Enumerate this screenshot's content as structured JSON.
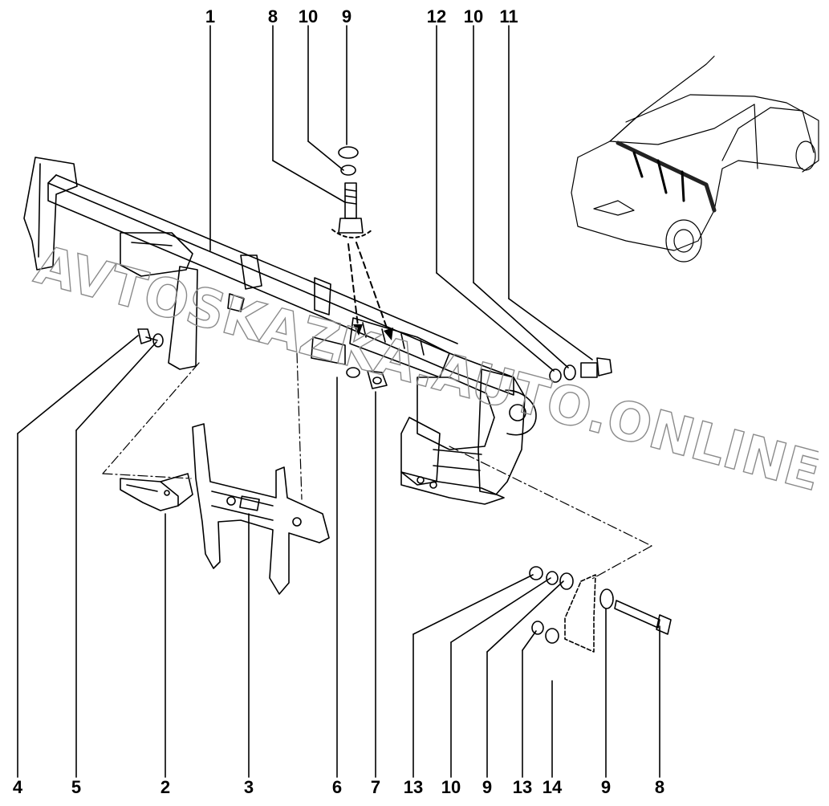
{
  "diagram": {
    "callouts_top": [
      "1",
      "8",
      "10",
      "9",
      "12",
      "10",
      "11"
    ],
    "callouts_bottom": [
      "4",
      "5",
      "2",
      "3",
      "6",
      "7",
      "13",
      "10",
      "9",
      "13",
      "14",
      "9",
      "8"
    ],
    "watermark": "AVTOSKAZKA.AUTO.ONLINE"
  },
  "colors": {
    "line": "#000000",
    "background": "#ffffff",
    "watermark_stroke": "#8a8a8a"
  }
}
